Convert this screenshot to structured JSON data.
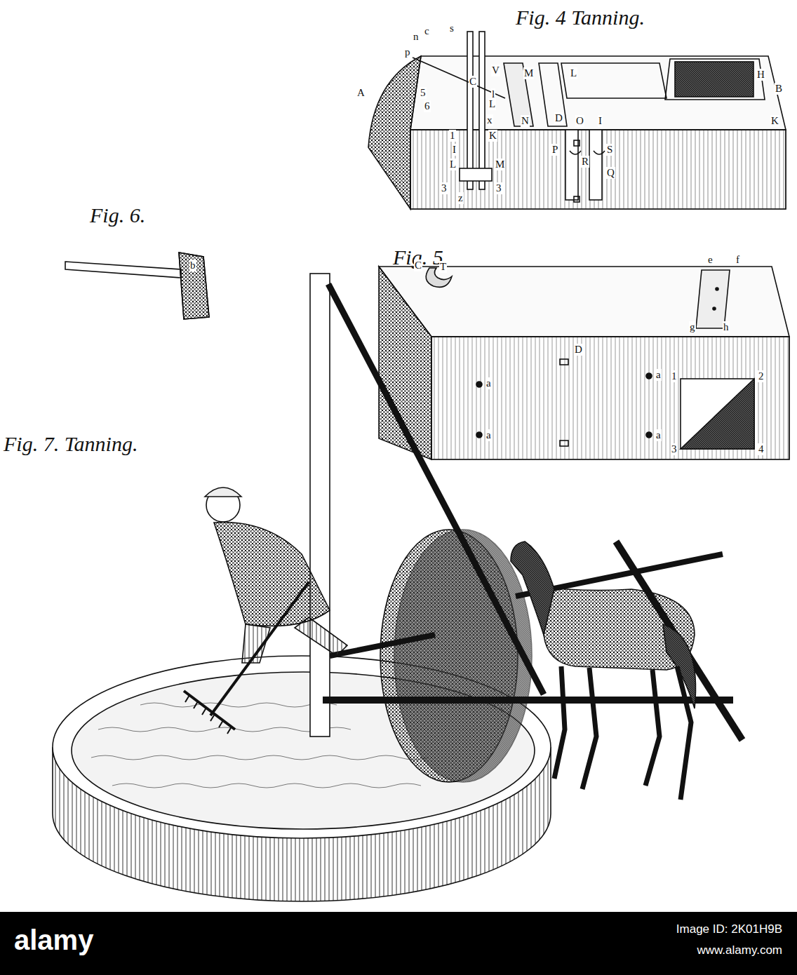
{
  "diagram": {
    "labels": [
      "Fig. 4 Tanning.",
      "Fig. 5.",
      "Fig. 6.",
      "Fig. 7. Tanning.",
      "b",
      "n",
      "c",
      "s",
      "p",
      "l",
      "5",
      "6",
      "x",
      "1",
      "K",
      "I",
      "L",
      "M",
      "3",
      "3",
      "z",
      "A",
      "C",
      "V",
      "L",
      "M",
      "L",
      "H",
      "B",
      "D",
      "N",
      "O",
      "I",
      "K",
      "P",
      "R",
      "S",
      "Q",
      "C",
      "T",
      "e",
      "f",
      "g",
      "h",
      "D",
      "a",
      "a",
      "a",
      "a",
      "1",
      "2",
      "3",
      "4",
      "alamy",
      "Image ID: 2K01H9B",
      "www.alamy.com"
    ]
  }
}
